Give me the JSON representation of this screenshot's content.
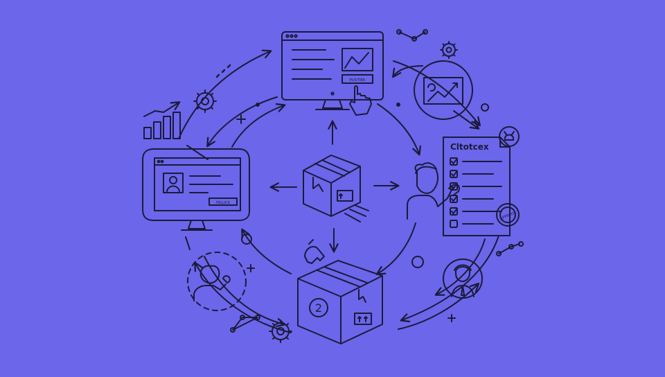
{
  "colors": {
    "background": "#6b66ea",
    "line": "#1b1a3a",
    "panel_fill": "#6e69ec"
  },
  "monitor_top": {
    "button_label": "PUSTIEK"
  },
  "monitor_left": {
    "button_label": "FELLICK"
  },
  "checklist": {
    "title": "Cltotcex",
    "items_checked": 5,
    "items_total": 6
  },
  "box_bottom": {
    "badge": "2"
  },
  "stamp": {
    "label": "APPRVOL"
  },
  "icons": [
    "monitor-icon",
    "chart-icon",
    "gear-icon",
    "package-icon",
    "person-icon",
    "checklist-icon",
    "network-icon",
    "pointer-hand-icon"
  ]
}
